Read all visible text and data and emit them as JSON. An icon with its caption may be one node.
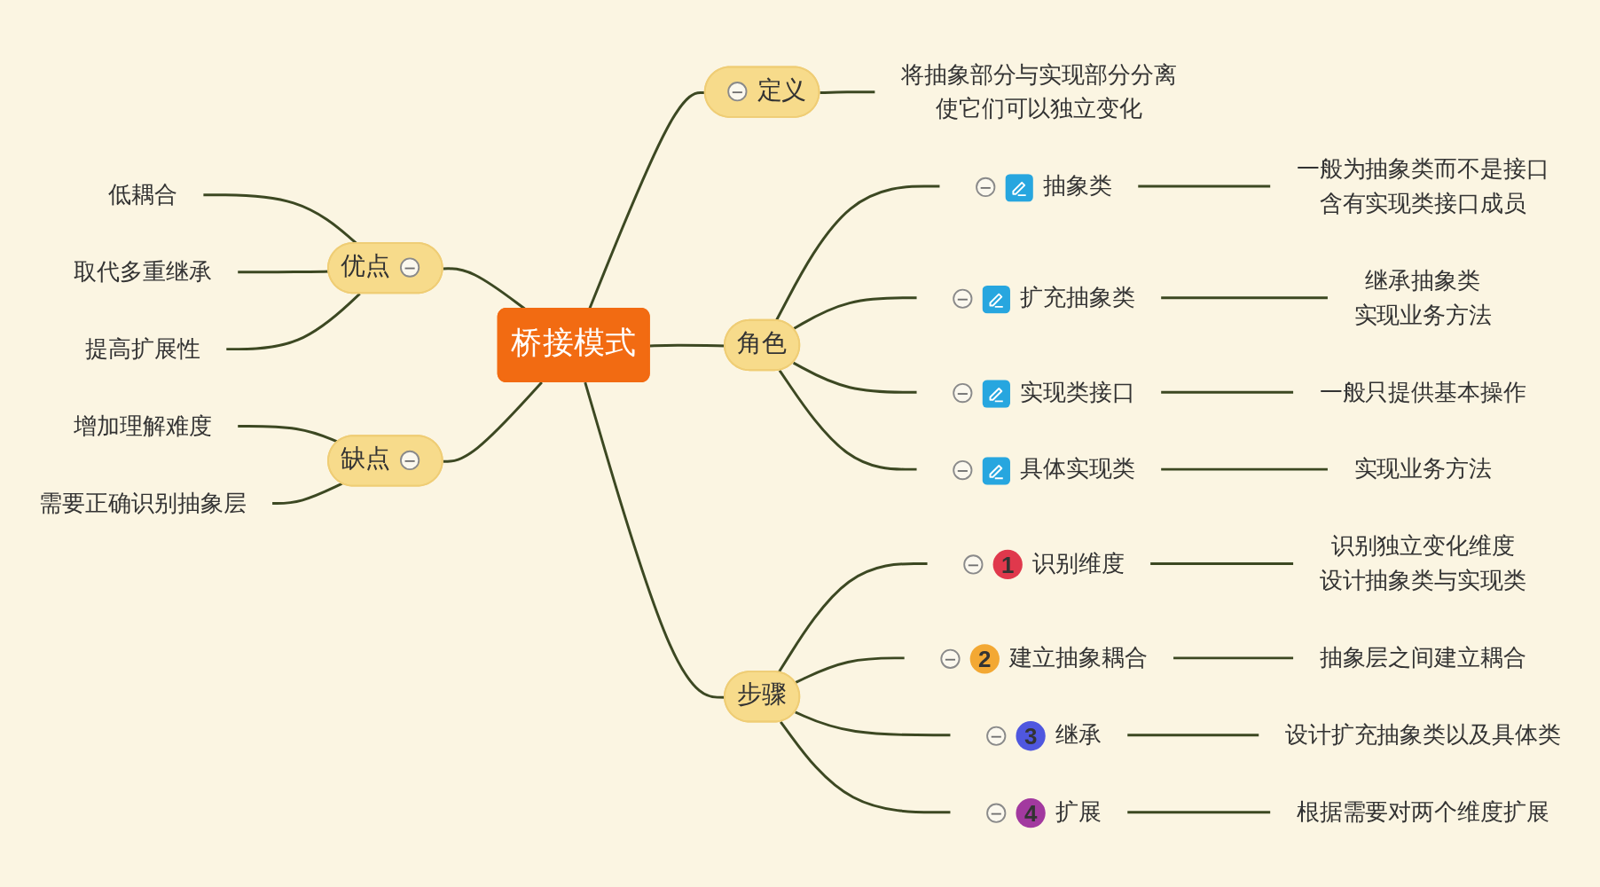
{
  "diagram": {
    "nodes": [
      {
        "text": [
          "桥接模式"
        ]
      },
      {
        "text": [
          "定义"
        ]
      },
      {
        "text": [
          "将抽象部分与实现部分分离",
          "使它们可以独立变化"
        ]
      },
      {
        "text": [
          "角色"
        ]
      },
      {
        "text": [
          "抽象类"
        ]
      },
      {
        "text": [
          "一般为抽象类而不是接口",
          "含有实现类接口成员"
        ]
      },
      {
        "text": [
          "扩充抽象类"
        ]
      },
      {
        "text": [
          "继承抽象类",
          "实现业务方法"
        ]
      },
      {
        "text": [
          "实现类接口"
        ]
      },
      {
        "text": [
          "一般只提供基本操作"
        ]
      },
      {
        "text": [
          "具体实现类"
        ]
      },
      {
        "text": [
          "实现业务方法"
        ]
      },
      {
        "text": [
          "步骤"
        ]
      },
      {
        "text": [
          "1",
          "识别维度"
        ]
      },
      {
        "text": [
          "识别独立变化维度",
          "设计抽象类与实现类"
        ]
      },
      {
        "text": [
          "2",
          "建立抽象耦合"
        ]
      },
      {
        "text": [
          "抽象层之间建立耦合"
        ]
      },
      {
        "text": [
          "3",
          "继承"
        ]
      },
      {
        "text": [
          "设计扩充抽象类以及具体类"
        ]
      },
      {
        "text": [
          "4",
          "扩展"
        ]
      },
      {
        "text": [
          "根据需要对两个维度扩展"
        ]
      },
      {
        "text": [
          "优点"
        ]
      },
      {
        "text": [
          "低耦合"
        ]
      },
      {
        "text": [
          "取代多重继承"
        ]
      },
      {
        "text": [
          "提高扩展性"
        ]
      },
      {
        "text": [
          "缺点"
        ]
      },
      {
        "text": [
          "增加理解难度"
        ]
      },
      {
        "text": [
          "需要正确识别抽象层"
        ]
      }
    ],
    "edges": [
      {
        "from": 0,
        "to": 1,
        "arrow": "none"
      },
      {
        "from": 1,
        "to": 2,
        "arrow": "none"
      },
      {
        "from": 0,
        "to": 3,
        "arrow": "none"
      },
      {
        "from": 3,
        "to": 4,
        "arrow": "none"
      },
      {
        "from": 4,
        "to": 5,
        "arrow": "none"
      },
      {
        "from": 3,
        "to": 6,
        "arrow": "none"
      },
      {
        "from": 6,
        "to": 7,
        "arrow": "none"
      },
      {
        "from": 3,
        "to": 8,
        "arrow": "none"
      },
      {
        "from": 8,
        "to": 9,
        "arrow": "none"
      },
      {
        "from": 3,
        "to": 10,
        "arrow": "none"
      },
      {
        "from": 10,
        "to": 11,
        "arrow": "none"
      },
      {
        "from": 0,
        "to": 12,
        "arrow": "none"
      },
      {
        "from": 12,
        "to": 13,
        "arrow": "none"
      },
      {
        "from": 13,
        "to": 14,
        "arrow": "none"
      },
      {
        "from": 12,
        "to": 15,
        "arrow": "none"
      },
      {
        "from": 15,
        "to": 16,
        "arrow": "none"
      },
      {
        "from": 12,
        "to": 17,
        "arrow": "none"
      },
      {
        "from": 17,
        "to": 18,
        "arrow": "none"
      },
      {
        "from": 12,
        "to": 19,
        "arrow": "none"
      },
      {
        "from": 19,
        "to": 20,
        "arrow": "none"
      },
      {
        "from": 22,
        "to": 21,
        "arrow": "none"
      },
      {
        "from": 23,
        "to": 21,
        "arrow": "none"
      },
      {
        "from": 24,
        "to": 21,
        "arrow": "none"
      },
      {
        "from": 21,
        "to": 0,
        "arrow": "none"
      },
      {
        "from": 26,
        "to": 25,
        "arrow": "none"
      },
      {
        "from": 27,
        "to": 25,
        "arrow": "none"
      },
      {
        "from": 25,
        "to": 0,
        "arrow": "none"
      }
    ]
  }
}
